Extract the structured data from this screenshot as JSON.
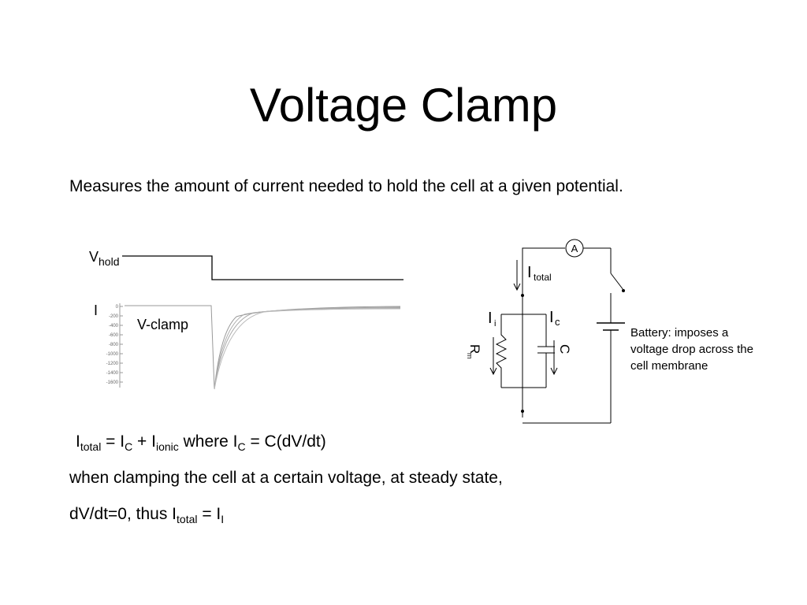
{
  "slide": {
    "title": "Voltage Clamp",
    "intro": "Measures the amount of current needed to hold the cell at a given potential."
  },
  "trace_figure": {
    "v_label": "V",
    "v_label_sub": "hold",
    "i_label": "I",
    "trace_label": "V-clamp",
    "ticks": [
      "0",
      "-200",
      "-400",
      "-600",
      "-800",
      "-1000",
      "-1200",
      "-1400",
      "-1600"
    ]
  },
  "circuit": {
    "ammeter": "A",
    "i_total": "I",
    "i_total_sub": "total",
    "i_i": "I",
    "i_i_sub": "i",
    "i_c": "I",
    "i_c_sub": "c",
    "resistor": "R",
    "resistor_sub": "m",
    "capacitor": "C",
    "battery_note": "Battery:   imposes a voltage drop across the cell membrane"
  },
  "equations": {
    "eq1": {
      "i1": "I",
      "total": "total",
      "eq": " = I",
      "c1": "C",
      "plus": " + I",
      "ionic": "ionic",
      "where": "  where I",
      "c2": "C",
      "rhs": " = C(dV/dt)"
    },
    "line2": "when clamping the cell at a certain voltage, at steady state,",
    "line3": {
      "pre": "dV/dt=0,  thus I",
      "total": "total",
      "eq": " = I",
      "sub": "I"
    }
  }
}
